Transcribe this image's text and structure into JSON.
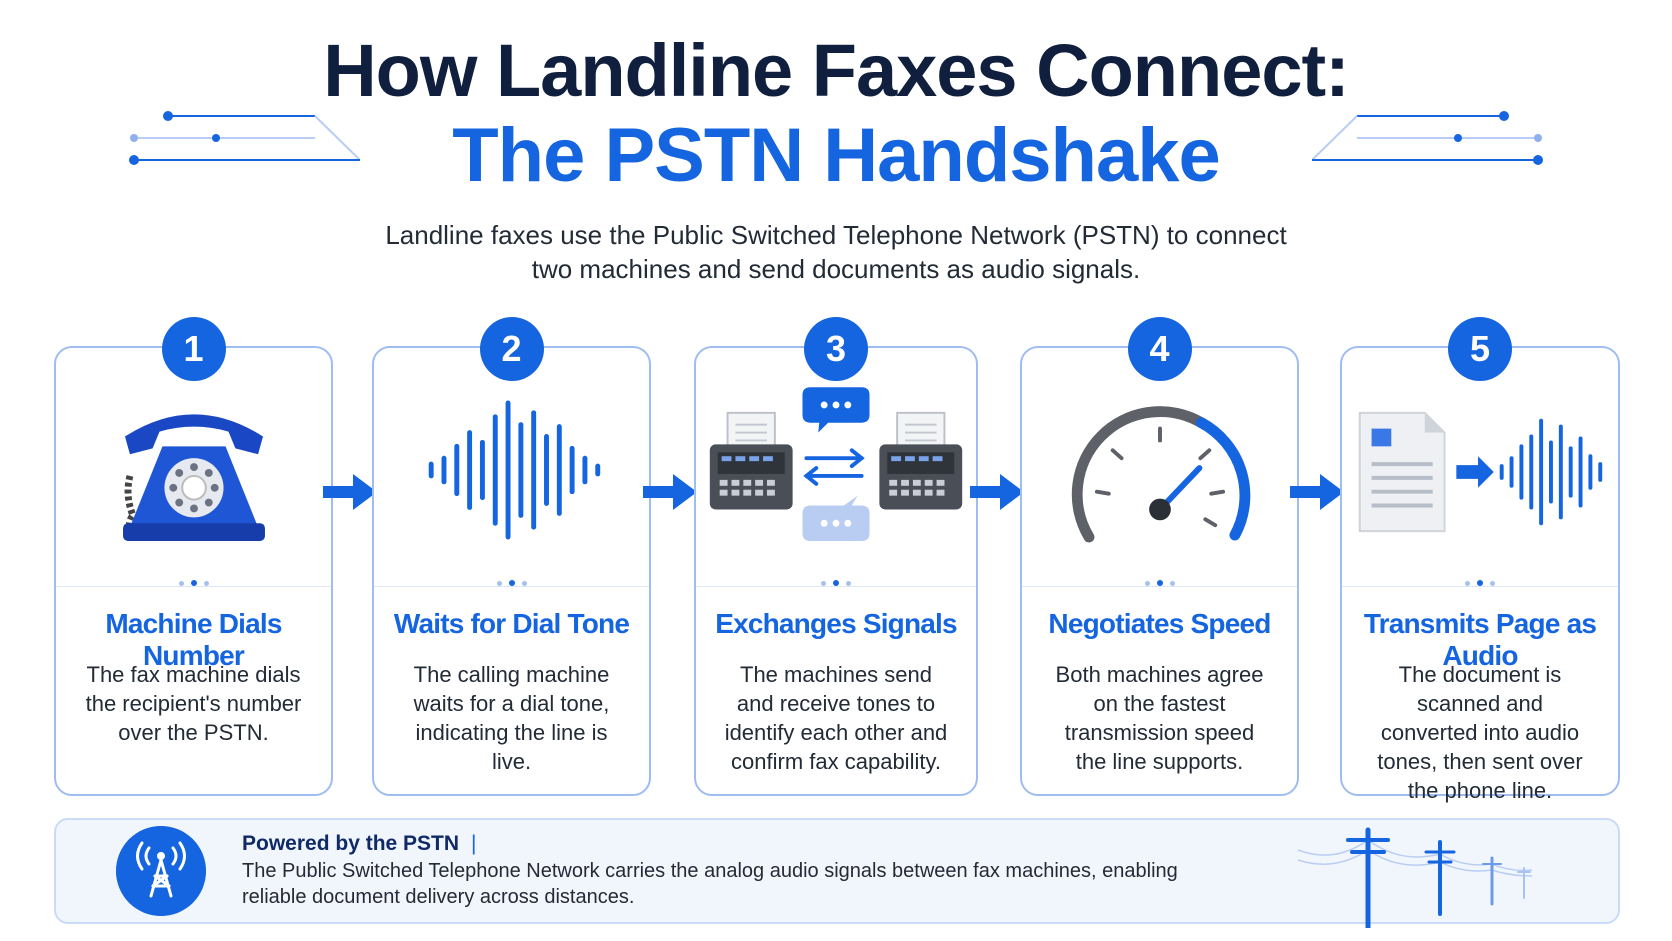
{
  "header": {
    "title_line1": "How Landline Faxes Connect:",
    "title_line2": "The PSTN Handshake",
    "subtitle_line1": "Landline faxes use the Public Switched Telephone Network (PSTN) to connect",
    "subtitle_line2": "two machines and send documents as audio signals."
  },
  "steps": [
    {
      "number": "1",
      "title": "Machine Dials Number",
      "description": "The fax machine dials the recipient's number over the PSTN.",
      "icon": "rotary-phone-icon"
    },
    {
      "number": "2",
      "title": "Waits for Dial Tone",
      "description": "The calling machine waits for a dial tone, indicating the line is live.",
      "icon": "sound-wave-icon"
    },
    {
      "number": "3",
      "title": "Exchanges Signals",
      "description": "The machines send and receive tones to identify each other and confirm fax capability.",
      "icon": "fax-exchange-icon"
    },
    {
      "number": "4",
      "title": "Negotiates Speed",
      "description": "Both machines agree on the fastest transmission speed the line supports.",
      "icon": "speedometer-icon"
    },
    {
      "number": "5",
      "title": "Transmits Page as Audio",
      "description": "The document is scanned and converted into audio tones, then sent over the phone line.",
      "icon": "document-to-audio-icon"
    }
  ],
  "footer": {
    "title": "Powered by the PSTN",
    "separator": "|",
    "text": "The Public Switched Telephone Network carries the analog audio signals between fax machines, enabling reliable document delivery across distances.",
    "icon": "radio-tower-icon",
    "illustration": "telephone-poles-icon"
  },
  "colors": {
    "accent": "#1565e0",
    "title_dark": "#0f1f3d",
    "card_border": "#9fbdf2"
  }
}
